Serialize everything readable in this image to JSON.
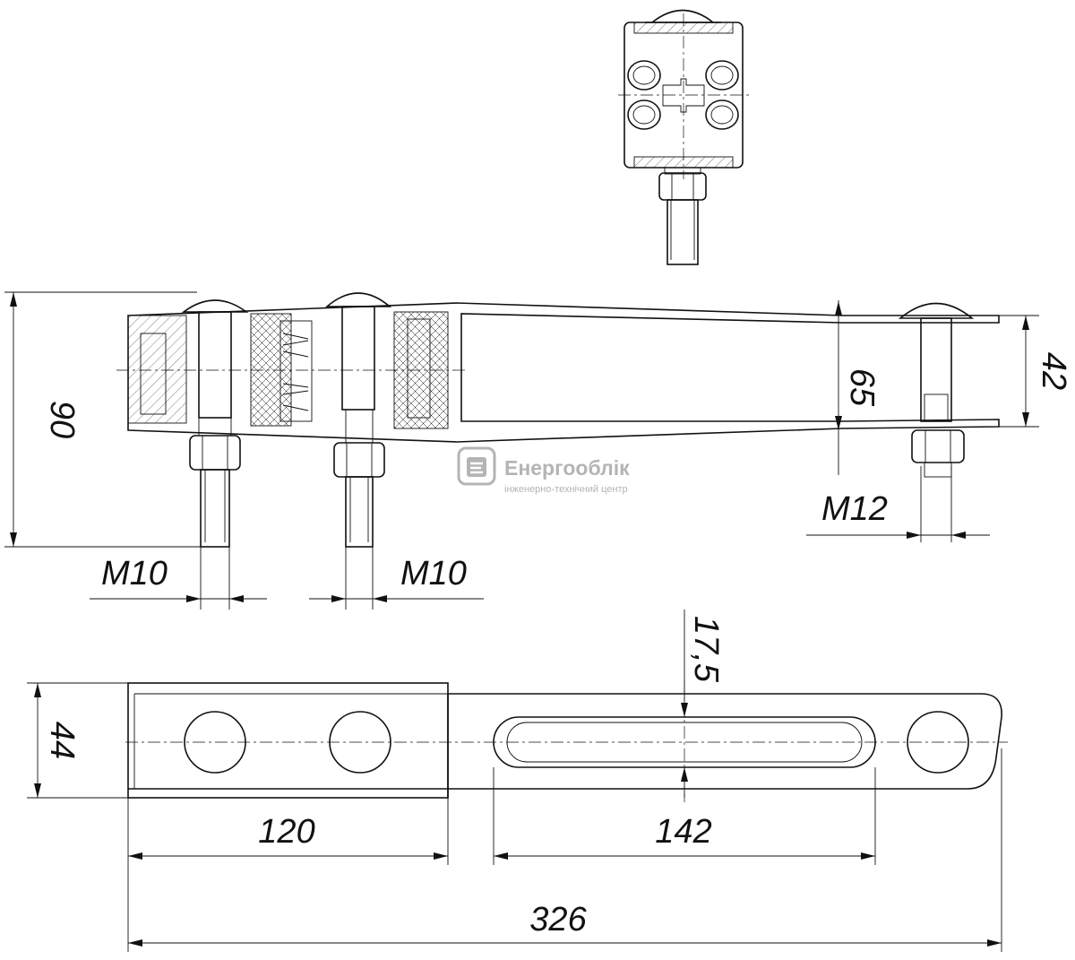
{
  "dimensions": {
    "overall_height": "90",
    "inner_height": "65",
    "end_height": "42",
    "thread_left": "M10",
    "thread_middle": "M10",
    "thread_right": "M12",
    "strip_width": "44",
    "slot_width": "17,5",
    "clamp_length": "120",
    "slot_length": "142",
    "overall_length": "326"
  },
  "logo": {
    "name": "Енергооблік",
    "subtitle": "інженерно-технічний центр"
  }
}
